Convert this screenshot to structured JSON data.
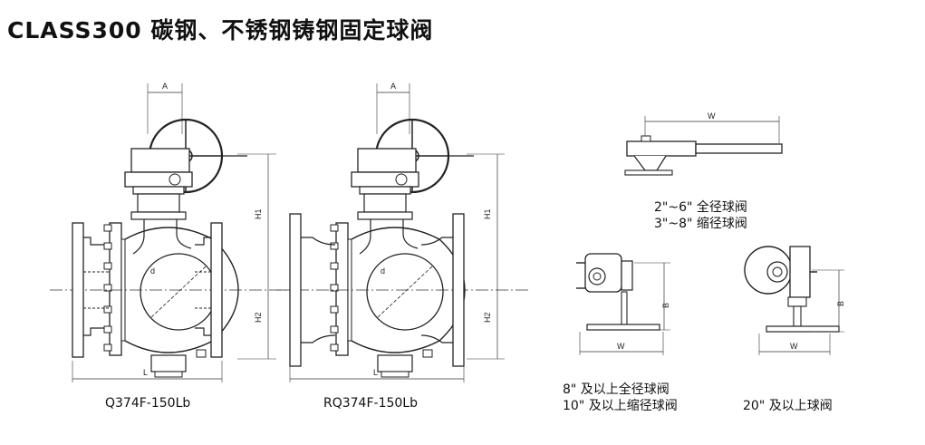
{
  "page": {
    "title": "CLASS300 碳钢、不锈钢铸钢固定球阀"
  },
  "captions": {
    "valve1": "Q374F-150Lb",
    "valve2": "RQ374F-150Lb",
    "lever_line1": "2\"~6\" 全径球阀",
    "lever_line2": "3\"~8\" 缩径球阀",
    "gear_small_line1": "8\" 及以上全径球阀",
    "gear_small_line2": "10\" 及以上缩径球阀",
    "gear_large": "20\" 及以上球阀"
  },
  "dimension_labels": {
    "A": "A",
    "H1": "H1",
    "H2": "H2",
    "L": "L",
    "d": "d",
    "W": "W",
    "B": "B"
  }
}
